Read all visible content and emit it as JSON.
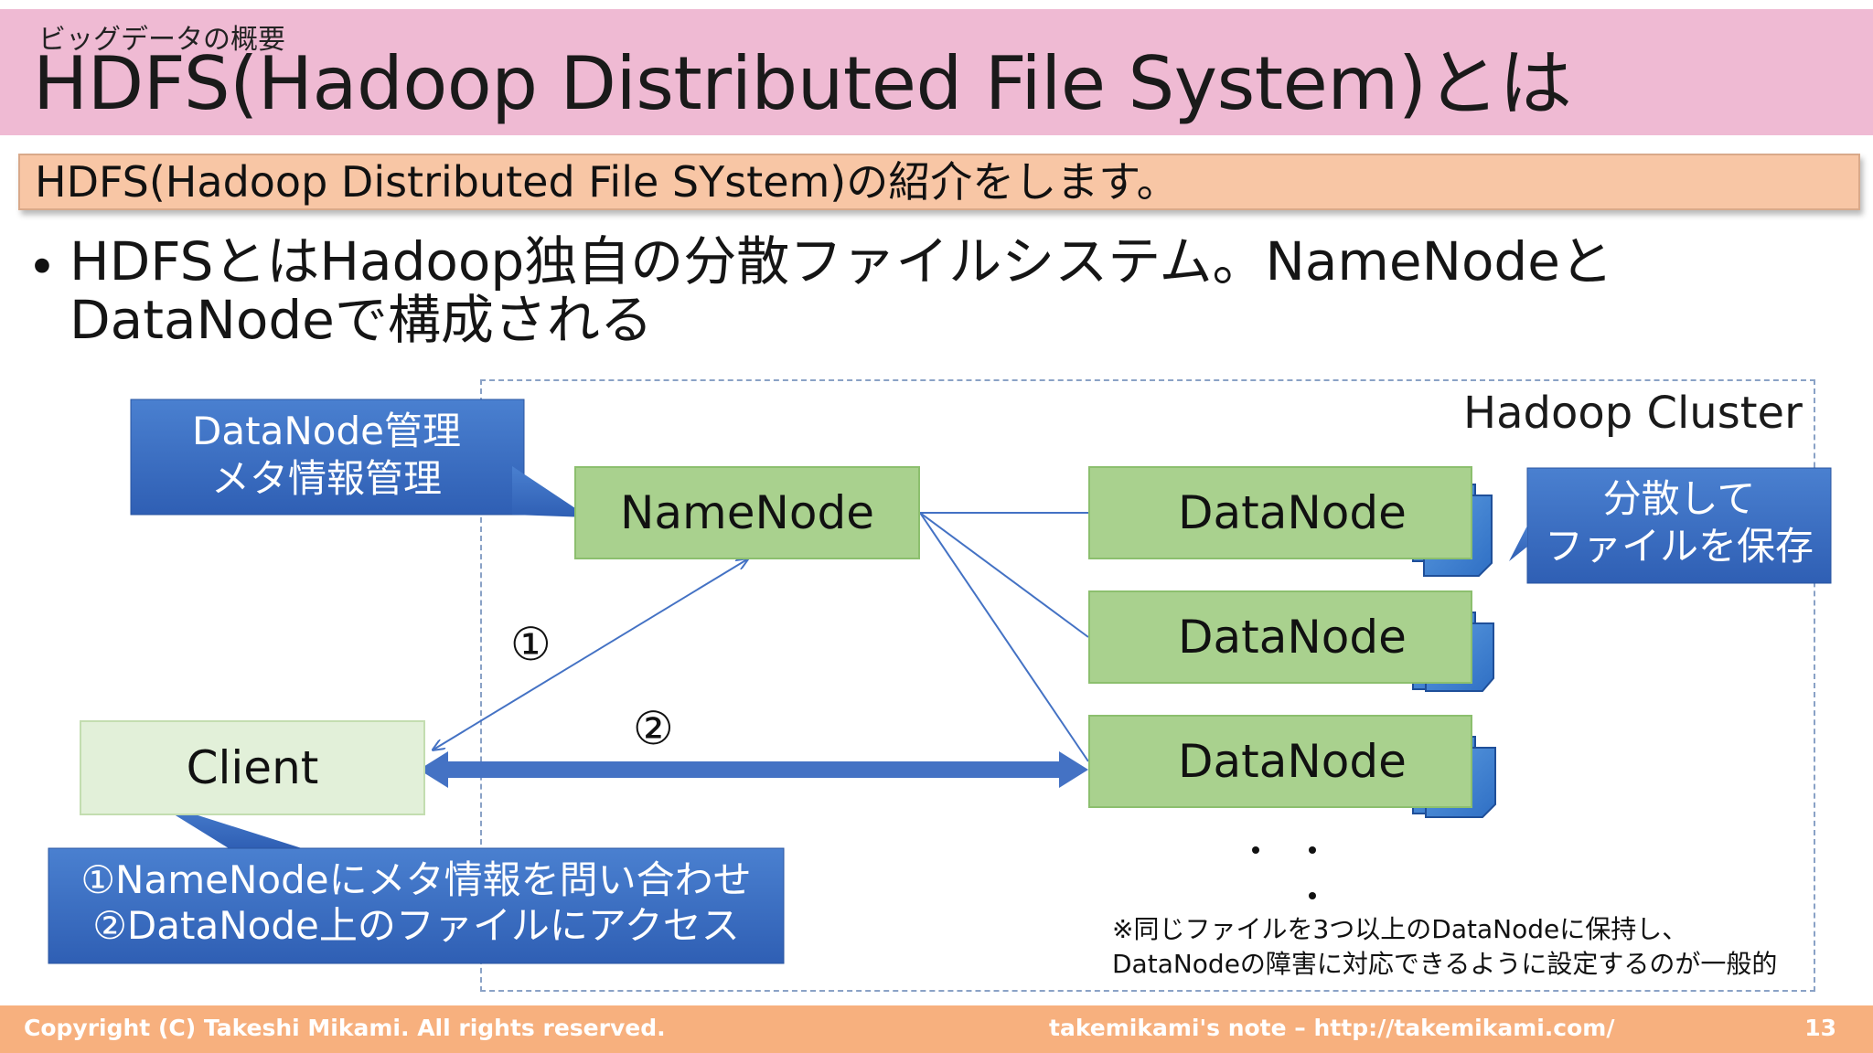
{
  "header": {
    "breadcrumb": "ビッグデータの概要",
    "title": "HDFS(Hadoop Distributed File System)とは"
  },
  "subtitle": "HDFS(Hadoop Distributed File SYstem)の紹介をします。",
  "bullet": {
    "symbol": "•",
    "line1": "HDFSとはHadoop独自の分散ファイルシステム。NameNodeと",
    "line2": "DataNodeで構成される"
  },
  "diagram": {
    "cluster_label": "Hadoop Cluster",
    "namenode": "NameNode",
    "datanodes": [
      "DataNode",
      "DataNode",
      "DataNode"
    ],
    "client": "Client",
    "step1": "①",
    "step2": "②",
    "ellipsis": "・・・",
    "callout_namenode": {
      "line1": "DataNode管理",
      "line2": "メタ情報管理"
    },
    "callout_datanode": {
      "line1": "分散して",
      "line2": "ファイルを保存"
    },
    "callout_client": {
      "line1": "①NameNodeにメタ情報を問い合わせ",
      "line2": "②DataNode上のファイルにアクセス"
    },
    "note": {
      "line1": "※同じファイルを3つ以上のDataNodeに保持し、",
      "line2": "DataNodeの障害に対応できるように設定するのが一般的"
    }
  },
  "colors": {
    "header_bg": "#efbad3",
    "subtitle_bg": "#f8c6a5",
    "node_green": "#a9d18e",
    "client_green": "#e2f0d9",
    "callout_blue": "#3a6fc4",
    "footer_bg": "#f7b07e"
  },
  "footer": {
    "copyright": "Copyright (C) Takeshi Mikami. All rights reserved.",
    "site": "takemikami's note – http://takemikami.com/",
    "page_number": "13"
  }
}
